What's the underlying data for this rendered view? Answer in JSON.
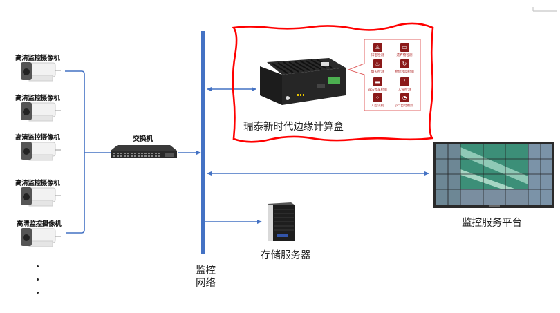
{
  "diagram": {
    "cameras": [
      {
        "label": "高清监控摄像机"
      },
      {
        "label": "高清监控摄像机"
      },
      {
        "label": "高清监控摄像机"
      },
      {
        "label": "高清监控摄像机"
      },
      {
        "label": "高清监控摄像机"
      }
    ],
    "ellipsis": [
      "·",
      "·",
      "·"
    ],
    "switch": {
      "label": "交换机"
    },
    "network": {
      "label_line1": "监控",
      "label_line2": "网络"
    },
    "edge_box": {
      "label": "瑞泰新时代边缘计算盒",
      "functions": [
        {
          "label": "徘徊检测",
          "icon": "person-icon"
        },
        {
          "label": "遗弃物检测",
          "icon": "bag-icon"
        },
        {
          "label": "烟火检测",
          "icon": "fire-icon"
        },
        {
          "label": "物体移动检测",
          "icon": "object-move-icon"
        },
        {
          "label": "非法停车检测",
          "icon": "car-icon"
        },
        {
          "label": "入侵检测",
          "icon": "intrusion-icon"
        },
        {
          "label": "人脸识别",
          "icon": "face-icon"
        },
        {
          "label": "ptz自动跟踪",
          "icon": "ptz-icon"
        }
      ]
    },
    "platform": {
      "label": "监控服务平台"
    },
    "storage": {
      "label": "存储服务器"
    },
    "colors": {
      "connector": "#4472c4",
      "bus": "#4472c4",
      "highlight_border": "#ff0000",
      "bubble_border": "#e06060",
      "function_icon": "#8b1a1a"
    }
  }
}
